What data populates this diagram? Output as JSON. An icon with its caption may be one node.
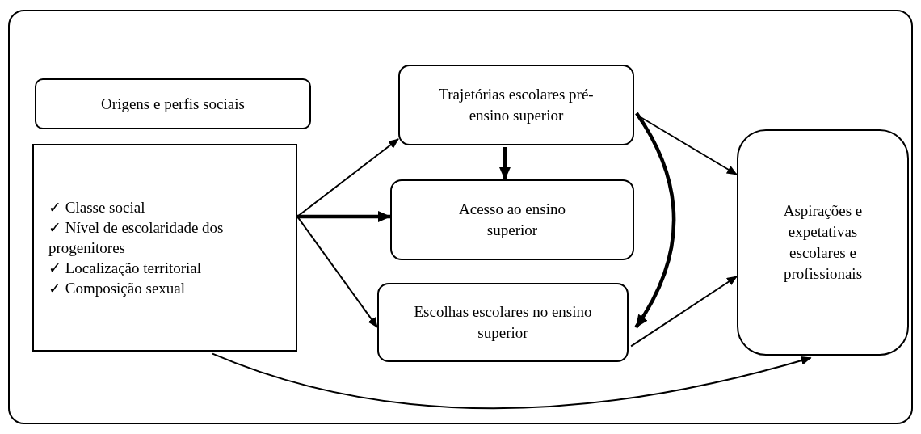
{
  "diagram": {
    "nodes": [
      {
        "text": [],
        "shape": "box"
      },
      {
        "text": [
          "Origens e perfis sociais"
        ],
        "in": 0
      },
      {
        "text": [
          "✓ Classe social",
          "✓ Nível de escolaridade dos progenitores",
          "✓ Localização territorial",
          "✓ Composição sexual"
        ],
        "in": 0
      },
      {
        "text": [
          "Trajetórias escolares pré-ensino superior"
        ],
        "in": 0
      },
      {
        "text": [
          "Acesso ao ensino superior"
        ],
        "in": 0
      },
      {
        "text": [
          "Escolhas escolares no ensino superior"
        ],
        "in": 0
      },
      {
        "text": [
          "Aspirações e expetativas escolares e profissionais"
        ],
        "in": 0
      }
    ],
    "edges": [
      {
        "from": 2,
        "to": 3,
        "arrow": "to"
      },
      {
        "from": 2,
        "to": 4,
        "arrow": "to",
        "style": "thick"
      },
      {
        "from": 2,
        "to": 5,
        "arrow": "to"
      },
      {
        "from": 3,
        "to": 4,
        "arrow": "to",
        "style": "thick"
      },
      {
        "from": 3,
        "to": 5,
        "arrow": "to",
        "style": "thick"
      },
      {
        "from": 3,
        "to": 6,
        "arrow": "to"
      },
      {
        "from": 5,
        "to": 6,
        "arrow": "to"
      },
      {
        "from": 2,
        "to": 6,
        "arrow": "to"
      }
    ]
  }
}
